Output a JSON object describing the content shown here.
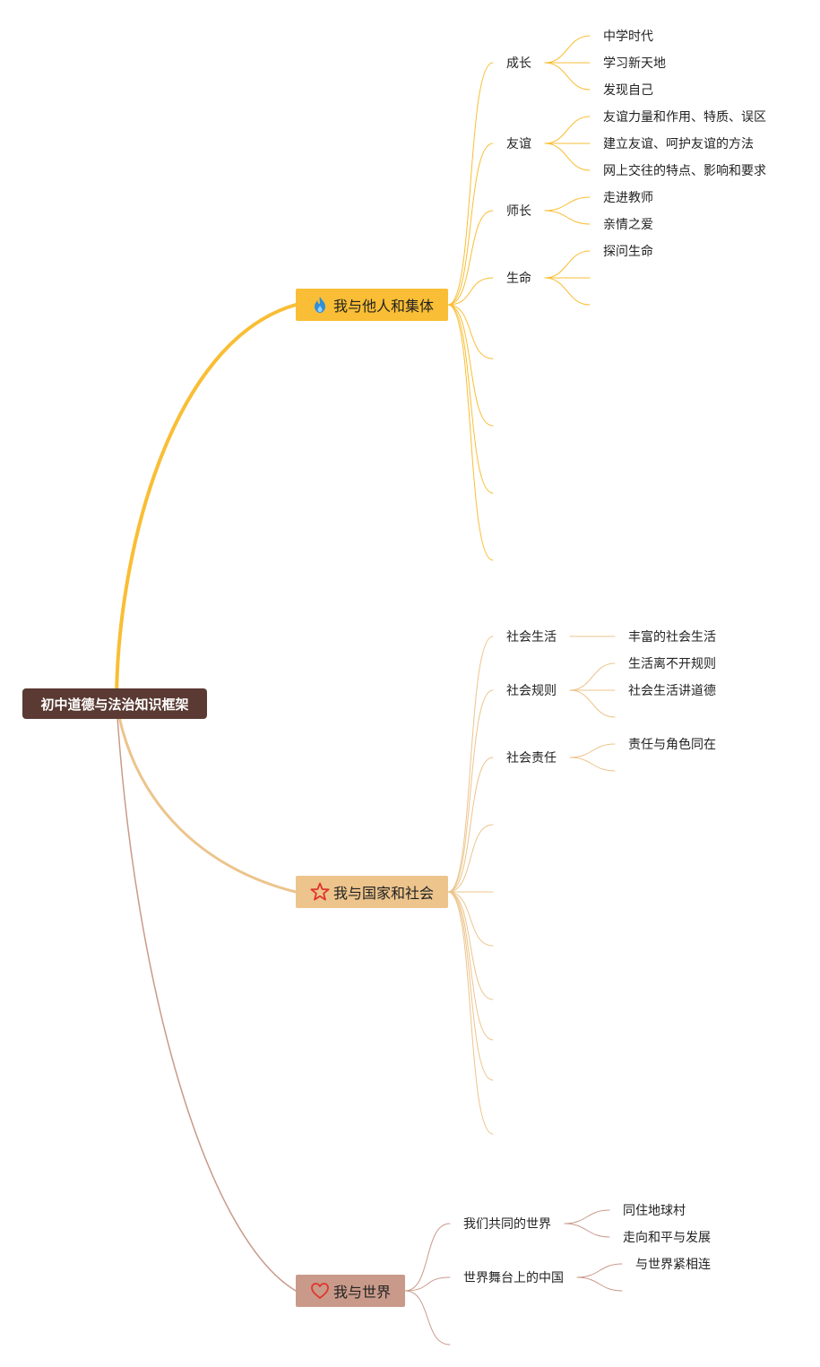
{
  "root": {
    "label": "初中道德与法治知识框架"
  },
  "branches": [
    {
      "label": "我与他人和集体",
      "icon": "flame-icon",
      "color": "#f9be35",
      "topics": [
        {
          "label": "成长",
          "items": [
            "中学时代",
            "学习新天地",
            "发现自己"
          ]
        },
        {
          "label": "友谊",
          "items": [
            "友谊力量和作用、特质、误区",
            "建立友谊、呵护友谊的方法",
            "网上交往的特点、影响和要求"
          ]
        },
        {
          "label": "师长",
          "items": [
            "走进教师",
            "亲情之爱"
          ]
        },
        {
          "label": "生命",
          "items": [
            "探问生命"
          ]
        }
      ]
    },
    {
      "label": "我与国家和社会",
      "icon": "star-icon",
      "color": "#ecc48c",
      "topics": [
        {
          "label": "社会生活",
          "items": [
            "丰富的社会生活"
          ]
        },
        {
          "label": "社会规则",
          "items": [
            "生活离不开规则",
            "社会生活讲道德"
          ]
        },
        {
          "label": "社会责任",
          "items": [
            "责任与角色同在"
          ]
        }
      ]
    },
    {
      "label": "我与世界",
      "icon": "heart-icon",
      "color": "#c99a8a",
      "topics": [
        {
          "label": "我们共同的世界",
          "items": [
            "同住地球村",
            "走向和平与发展"
          ]
        },
        {
          "label": "世界舞台上的中国",
          "items": [
            "与世界紧相连"
          ]
        }
      ]
    }
  ]
}
